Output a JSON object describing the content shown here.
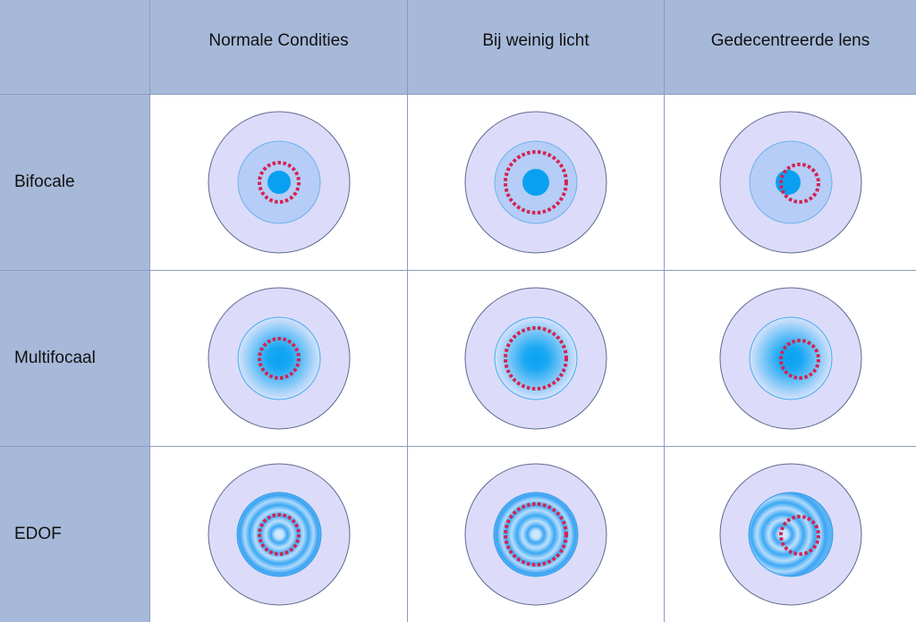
{
  "columns": [
    "Normale Condities",
    "Bij weinig licht",
    "Gedecentreerde lens"
  ],
  "rows": [
    "Bifocale",
    "Multifocaal",
    "EDOF"
  ],
  "colors": {
    "header_background": "#a7b9d9",
    "grid_line": "#8d9cbc",
    "outer_disc": "#dcdcfa",
    "zone_light": "#b5cdf7",
    "pupil_blue": "#0aa0f2",
    "dashed_ring": "#d42352"
  }
}
